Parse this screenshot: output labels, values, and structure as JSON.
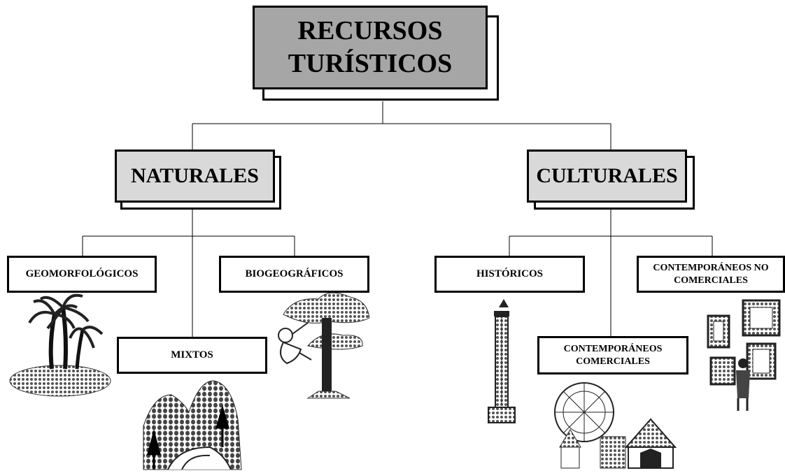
{
  "root": {
    "label": "RECURSOS\nTURÍSTICOS",
    "fill": "#a6a6a6"
  },
  "naturales": {
    "label": "NATURALES",
    "fill": "#d9d9d9",
    "children": {
      "geomorfologicos": "GEOMORFOLÓGICOS",
      "mixtos": "MIXTOS",
      "biogeograficos": "BIOGEOGRÁFICOS"
    }
  },
  "culturales": {
    "label": "CULTURALES",
    "fill": "#d9d9d9",
    "children": {
      "historicos": "HISTÓRICOS",
      "comerciales": "CONTEMPORÁNEOS\nCOMERCIALES",
      "no_comerciales": "CONTEMPORÁNEOS NO\nCOMERCIALES"
    }
  },
  "illustrations": [
    "palm-island-icon",
    "mountains-trees-icon",
    "monkey-tree-icon",
    "column-monument-icon",
    "fairground-icon",
    "paintings-gallery-icon"
  ]
}
